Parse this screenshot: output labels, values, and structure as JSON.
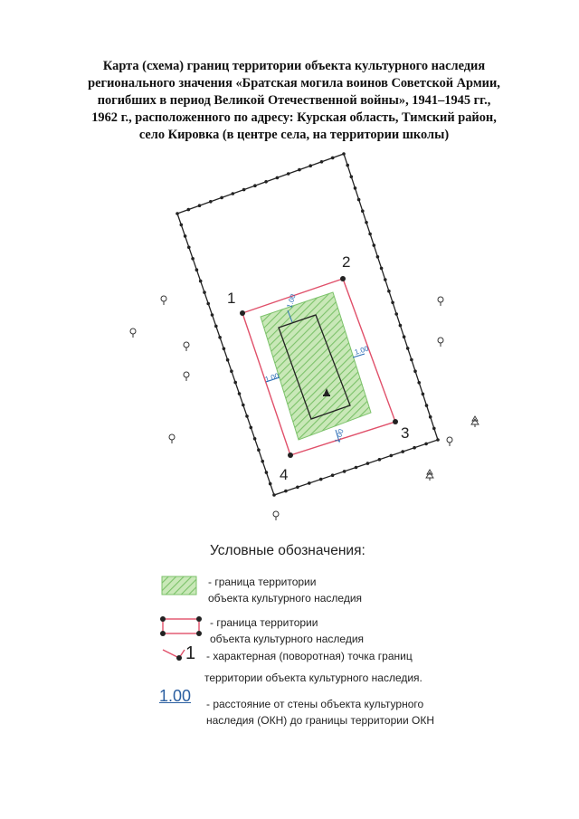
{
  "title": {
    "lines": [
      "Карта (схема) границ территории объекта культурного наследия",
      "регионального значения «Братская могила воинов Советской Армии,",
      "погибших в период Великой Отечественной войны», 1941–1945 гг.,",
      "1962 г., расположенного по адресу: Курская область, Тимский район,",
      "село Кировка (в центре села, на территории школы)"
    ]
  },
  "map": {
    "points": [
      {
        "label": "1"
      },
      {
        "label": "2"
      },
      {
        "label": "3"
      },
      {
        "label": "4"
      }
    ],
    "distances": [
      "1.00",
      "1.00",
      "1.00",
      "1.00"
    ],
    "colors": {
      "boundary": "#e0506a",
      "hatch": "#7cc26a",
      "hatch_bg": "#c9e8b8",
      "distance": "#2a6cb5",
      "parcel": "#222222"
    }
  },
  "legend": {
    "title": "Условные обозначения:",
    "items": [
      {
        "lines": [
          " - граница территории",
          "объекта культурного наследия"
        ]
      },
      {
        "lines": [
          " - граница территории",
          "объекта культурного наследия"
        ]
      },
      {
        "symbol": "1",
        "lines": [
          " - характерная (поворотная) точка границ",
          "территории объекта культурного наследия."
        ]
      },
      {
        "symbol": "1.00",
        "lines": [
          " - расстояние от стены объекта культурного",
          "наследия (ОКН) до границы территории ОКН"
        ]
      }
    ]
  }
}
